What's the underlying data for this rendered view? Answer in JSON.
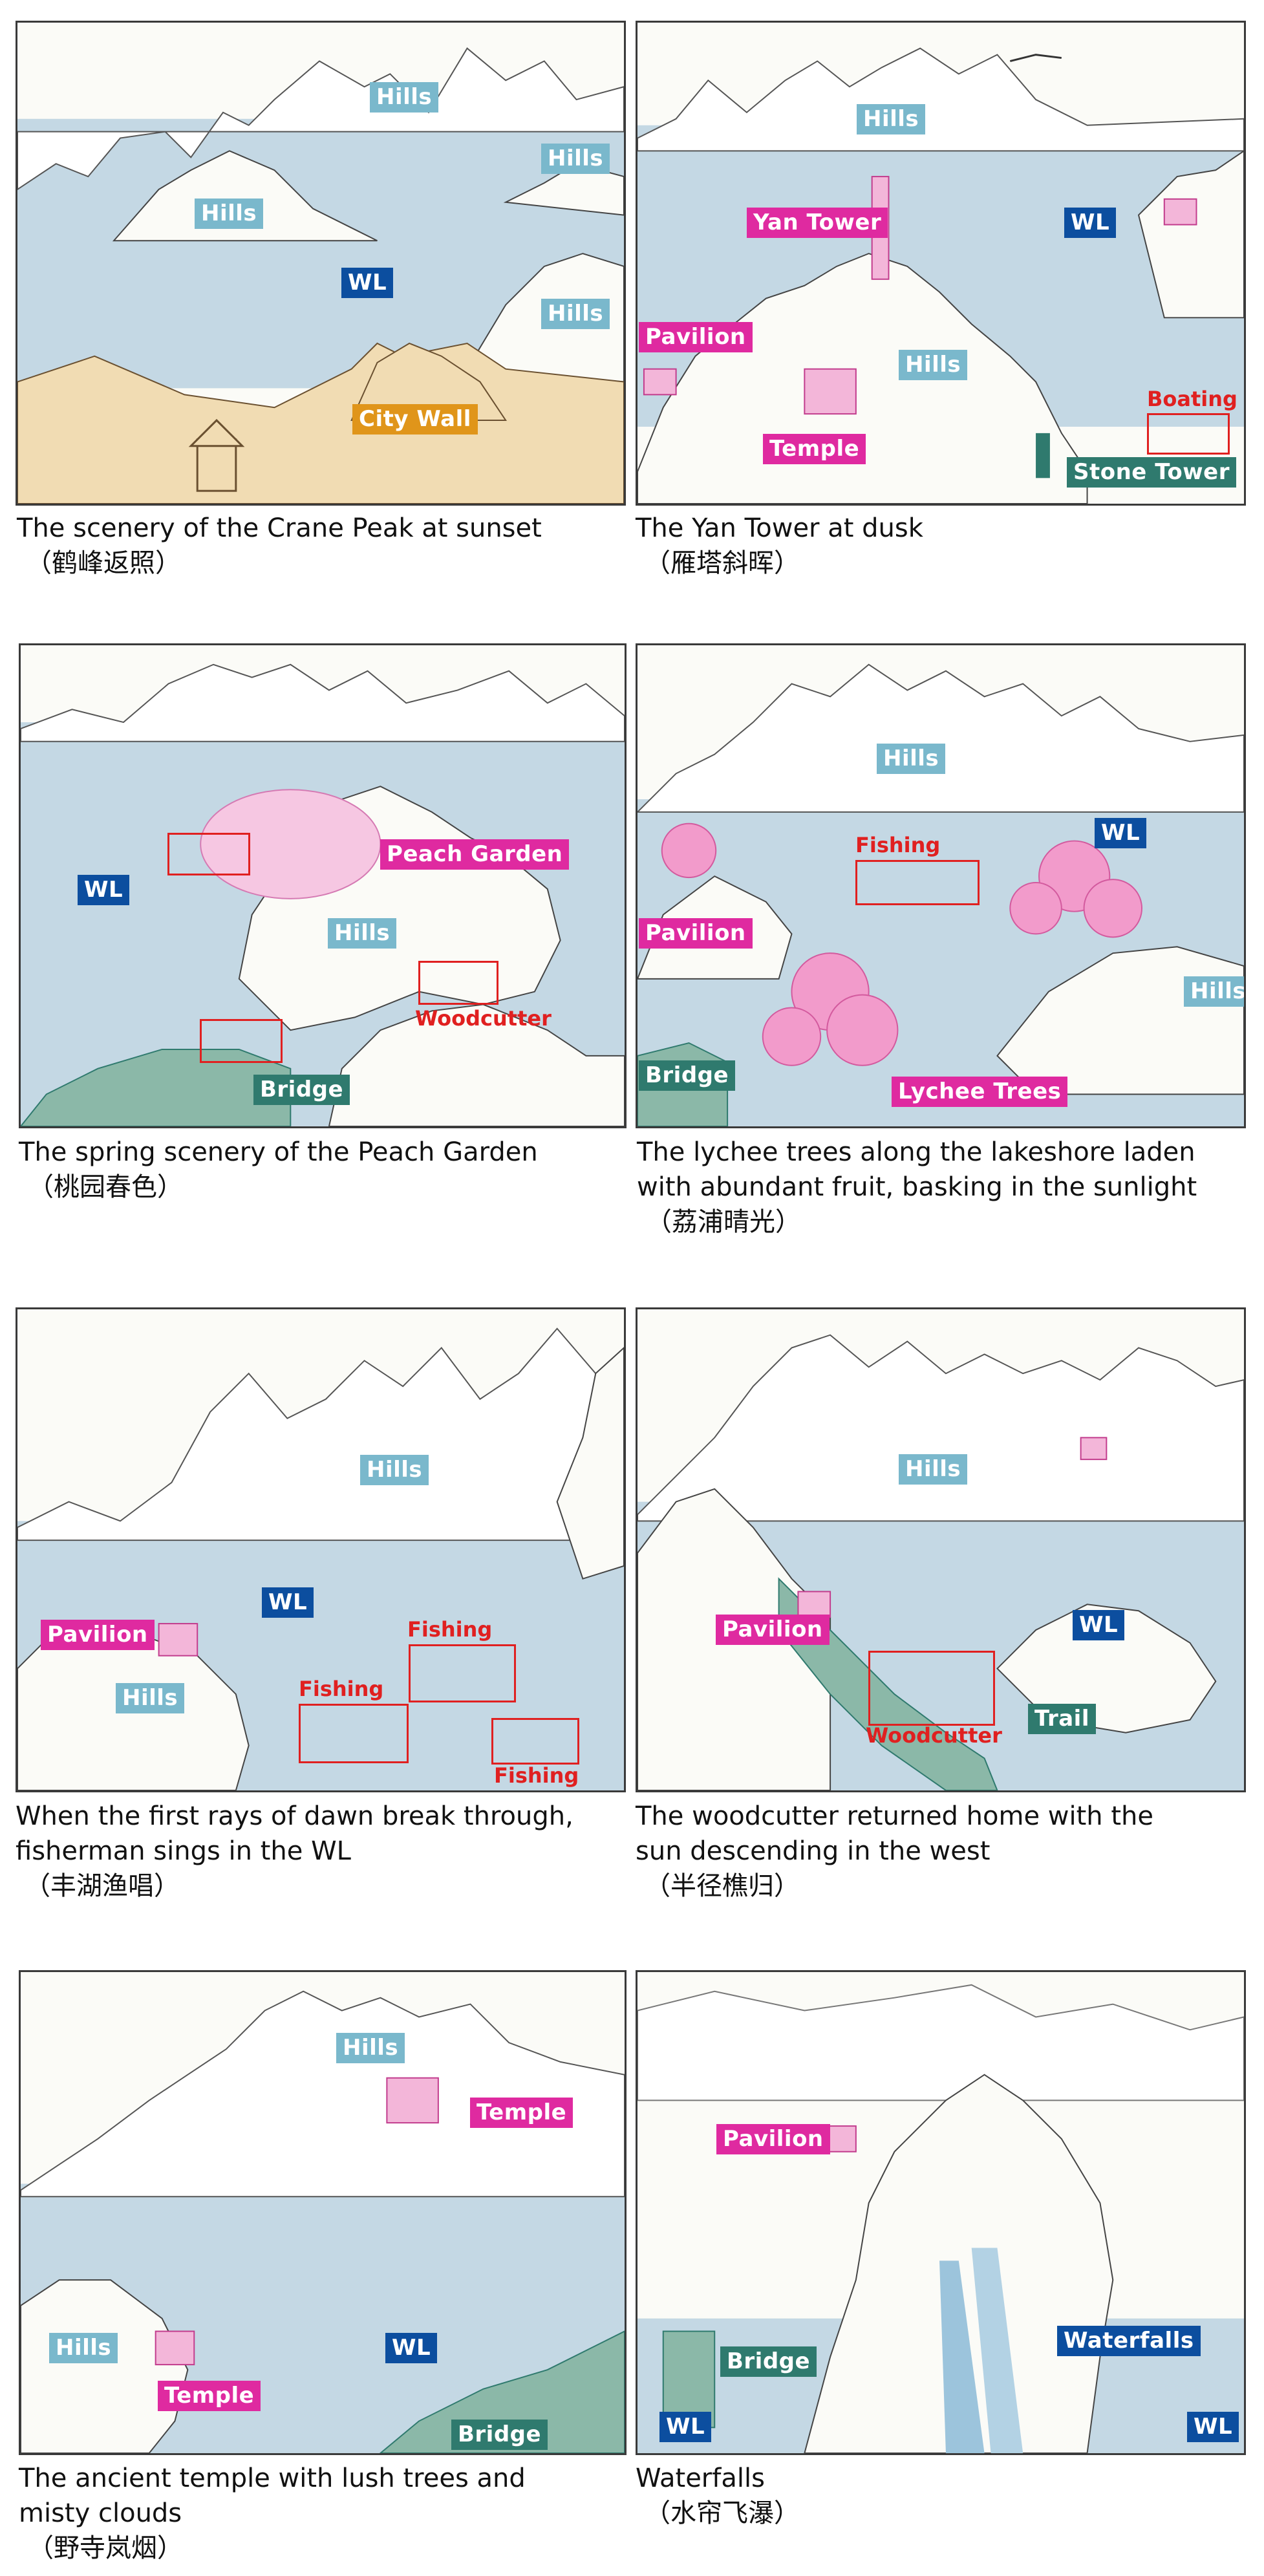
{
  "panels": [
    {
      "id": "crane-peak",
      "labels": {
        "hills1": "Hills",
        "hills2": "Hills",
        "hills3": "Hills",
        "hills4": "Hills",
        "wl": "WL",
        "city_wall": "City Wall"
      },
      "caption_en": "The scenery of the Crane Peak at sunset",
      "caption_zh": "（鹤峰返照）"
    },
    {
      "id": "yan-tower",
      "labels": {
        "hills1": "Hills",
        "hills2": "Hills",
        "yan_tower": "Yan Tower",
        "wl": "WL",
        "pavilion": "Pavilion",
        "temple": "Temple",
        "boating": "Boating",
        "stone_tower": "Stone Tower"
      },
      "caption_en": "The Yan Tower at dusk",
      "caption_zh": "（雁塔斜晖）"
    },
    {
      "id": "peach-garden",
      "labels": {
        "peach_garden": "Peach Garden",
        "wl": "WL",
        "hills": "Hills",
        "woodcutter": "Woodcutter",
        "bridge": "Bridge"
      },
      "caption_en": "The spring scenery of the Peach Garden",
      "caption_zh": "（桃园春色）"
    },
    {
      "id": "lychee",
      "labels": {
        "hills1": "Hills",
        "wl": "WL",
        "fishing": "Fishing",
        "pavilion": "Pavilion",
        "hills2": "Hills",
        "bridge": "Bridge",
        "lychee_trees": "Lychee Trees"
      },
      "caption_en_1": "The lychee trees along the lakeshore laden",
      "caption_en_2": "with abundant fruit, basking in the sunlight",
      "caption_zh": "（荔浦晴光）"
    },
    {
      "id": "dawn-fisherman",
      "labels": {
        "hills1": "Hills",
        "wl": "WL",
        "pavilion": "Pavilion",
        "fishing1": "Fishing",
        "fishing2": "Fishing",
        "fishing3": "Fishing",
        "hills2": "Hills"
      },
      "caption_en_1": "When the first rays of dawn break through,",
      "caption_en_2": "fisherman sings in the WL",
      "caption_zh": "（丰湖渔唱）"
    },
    {
      "id": "woodcutter-return",
      "labels": {
        "hills": "Hills",
        "pavilion": "Pavilion",
        "wl": "WL",
        "trail": "Trail",
        "woodcutter": "Woodcutter"
      },
      "caption_en_1": "The woodcutter returned home with the",
      "caption_en_2": "sun descending in the west",
      "caption_zh": "（半径樵归）"
    },
    {
      "id": "ancient-temple",
      "labels": {
        "hills1": "Hills",
        "temple1": "Temple",
        "hills2": "Hills",
        "wl": "WL",
        "temple2": "Temple",
        "bridge": "Bridge"
      },
      "caption_en_1": "The ancient temple with lush trees and",
      "caption_en_2": "misty clouds",
      "caption_zh": "（野寺岚烟）"
    },
    {
      "id": "waterfalls",
      "labels": {
        "pavilion": "Pavilion",
        "bridge": "Bridge",
        "waterfalls": "Waterfalls",
        "wl1": "WL",
        "wl2": "WL"
      },
      "caption_en": "Waterfalls",
      "caption_zh": "（水帘飞瀑）"
    }
  ],
  "colors": {
    "hills": "#7ab8cc",
    "water": "#c4d8e4",
    "wl": "#0c4e9f",
    "pink": "#df2aa0",
    "teal": "#2f7a6e",
    "city_wall": "#e0951a",
    "highlight": "#e02020"
  }
}
